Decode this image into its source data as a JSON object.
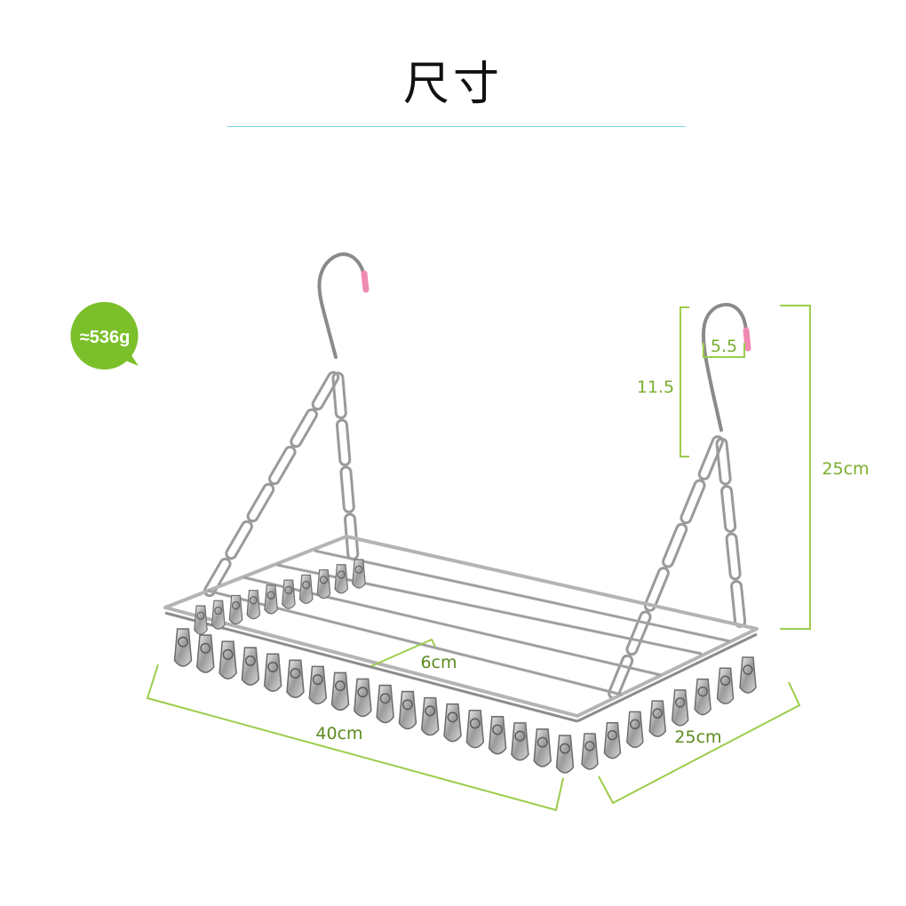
{
  "title": "尺寸",
  "badge": {
    "text": "≈536g",
    "color": "#7bbf2a"
  },
  "dimensions": {
    "height_total": "25cm",
    "hook_height": "11.5",
    "hook_width": "5.5",
    "clip_spacing": "6cm",
    "length": "40cm",
    "width": "25cm"
  },
  "colors": {
    "dimension_line": "#9ccc4c",
    "dimension_text": "#7aae2e",
    "hook_tip": "#f08ab2"
  }
}
